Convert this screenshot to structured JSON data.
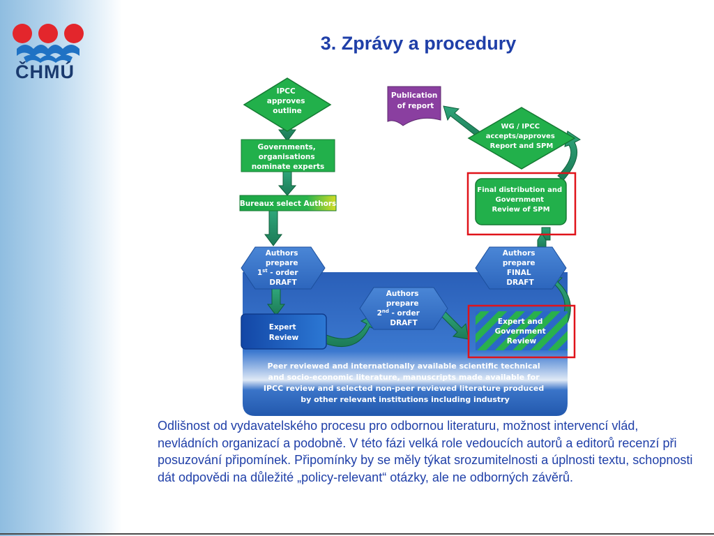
{
  "slide": {
    "logo_text": "ČHMÚ",
    "title": "3. Zprávy a procedury",
    "caption": "Odlišnost od vydavatelského procesu pro odbornou literaturu, možnost intervencí vlád, nevládních organizací a podobně. V této fázi velká role vedoucích autorů a editorů recenzí při posuzování připomínek. Připomínky by se měly týkat srozumitelnosti a úplnosti textu, schopnosti dát odpovědi na důležité „policy-relevant“ otázky, ale ne odborných závěrů."
  },
  "diagram": {
    "ipcc_approves": [
      "IPCC",
      "approves",
      "outline"
    ],
    "governments_nominate": [
      "Governments,",
      "organisations",
      "nominate experts"
    ],
    "bureaux_select": "Bureaux select Authors",
    "first_draft": {
      "line1": "Authors",
      "line2": "prepare",
      "ordinal": "1",
      "sup": "st",
      "suffix": " - order",
      "line4": "DRAFT"
    },
    "expert_review": [
      "Expert",
      "Review"
    ],
    "second_draft": {
      "line1": "Authors",
      "line2": "prepare",
      "ordinal": "2",
      "sup": "nd",
      "suffix": " - order",
      "line4": "DRAFT"
    },
    "expert_gov_review": [
      "Expert and",
      "Government",
      "Review"
    ],
    "final_draft": [
      "Authors",
      "prepare",
      "FINAL",
      "DRAFT"
    ],
    "final_distribution": [
      "Final distribution and",
      "Government",
      "Review of SPM"
    ],
    "wg_accepts": [
      "WG / IPCC",
      "accepts/approves",
      "Report and SPM"
    ],
    "publication": [
      "Publication",
      "of report"
    ],
    "literature_note": [
      "Peer reviewed and internationally available scientific technical",
      "and socio-economic literature, manuscripts made available for",
      "IPCC review and selected non-peer reviewed literature produced",
      "by other relevant institutions including industry"
    ]
  },
  "colors": {
    "title_blue": "#1f3fa8",
    "logo_red": "#e3262c",
    "logo_blue": "#1f72c4",
    "node_green": "#22b04b",
    "hex_blue": "#3a78cc",
    "panel_blue": "#2f67c2",
    "highlight_red": "#e0131a"
  }
}
